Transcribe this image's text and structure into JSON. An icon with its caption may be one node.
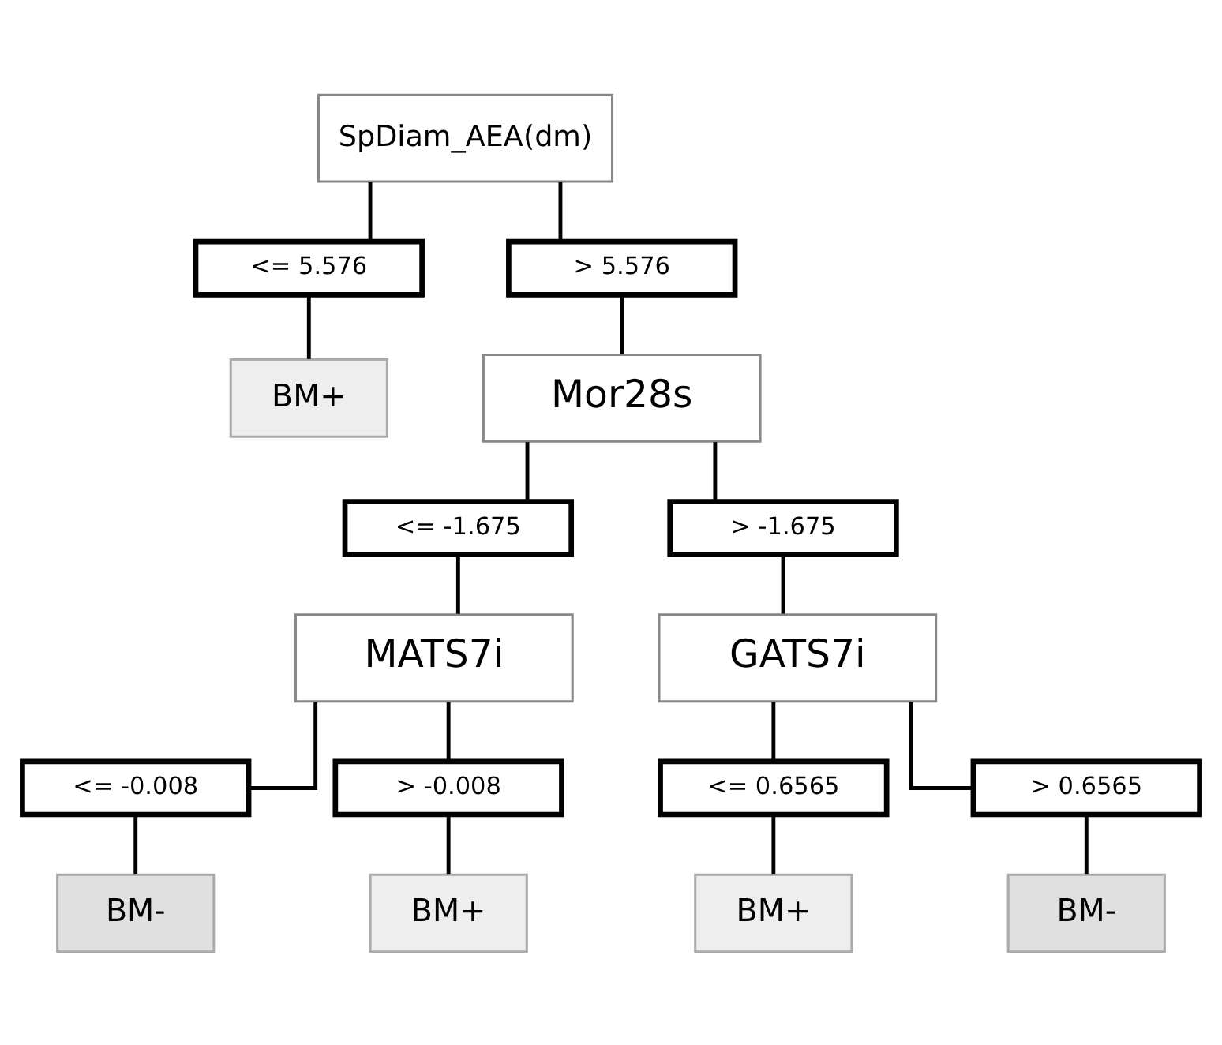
{
  "diagram": {
    "nodes": [
      {
        "text": [
          "SpDiam_AEA(dm)"
        ]
      },
      {
        "text": [
          "<= 5.576"
        ]
      },
      {
        "text": [
          "> 5.576"
        ]
      },
      {
        "text": [
          "BM+"
        ]
      },
      {
        "text": [
          "Mor28s"
        ]
      },
      {
        "text": [
          "<= -1.675"
        ]
      },
      {
        "text": [
          "> -1.675"
        ]
      },
      {
        "text": [
          "MATS7i"
        ]
      },
      {
        "text": [
          "GATS7i"
        ]
      },
      {
        "text": [
          "<= -0.008"
        ]
      },
      {
        "text": [
          "> -0.008"
        ]
      },
      {
        "text": [
          "<= 0.6565"
        ]
      },
      {
        "text": [
          "> 0.6565"
        ]
      },
      {
        "text": [
          "BM-"
        ]
      },
      {
        "text": [
          "BM+"
        ]
      },
      {
        "text": [
          "BM+"
        ]
      },
      {
        "text": [
          "BM-"
        ]
      }
    ],
    "edges": [
      {
        "from": 0,
        "to": 1,
        "arrow": "none"
      },
      {
        "from": 0,
        "to": 2,
        "arrow": "none"
      },
      {
        "from": 1,
        "to": 3,
        "arrow": "none"
      },
      {
        "from": 2,
        "to": 4,
        "arrow": "none"
      },
      {
        "from": 4,
        "to": 5,
        "arrow": "none"
      },
      {
        "from": 4,
        "to": 6,
        "arrow": "none"
      },
      {
        "from": 5,
        "to": 7,
        "arrow": "none"
      },
      {
        "from": 6,
        "to": 8,
        "arrow": "none"
      },
      {
        "from": 7,
        "to": 9,
        "arrow": "none"
      },
      {
        "from": 7,
        "to": 10,
        "arrow": "none"
      },
      {
        "from": 8,
        "to": 11,
        "arrow": "none"
      },
      {
        "from": 8,
        "to": 12,
        "arrow": "none"
      },
      {
        "from": 9,
        "to": 13,
        "arrow": "none"
      },
      {
        "from": 10,
        "to": 14,
        "arrow": "none"
      },
      {
        "from": 11,
        "to": 15,
        "arrow": "none"
      },
      {
        "from": 12,
        "to": 16,
        "arrow": "none"
      }
    ]
  }
}
